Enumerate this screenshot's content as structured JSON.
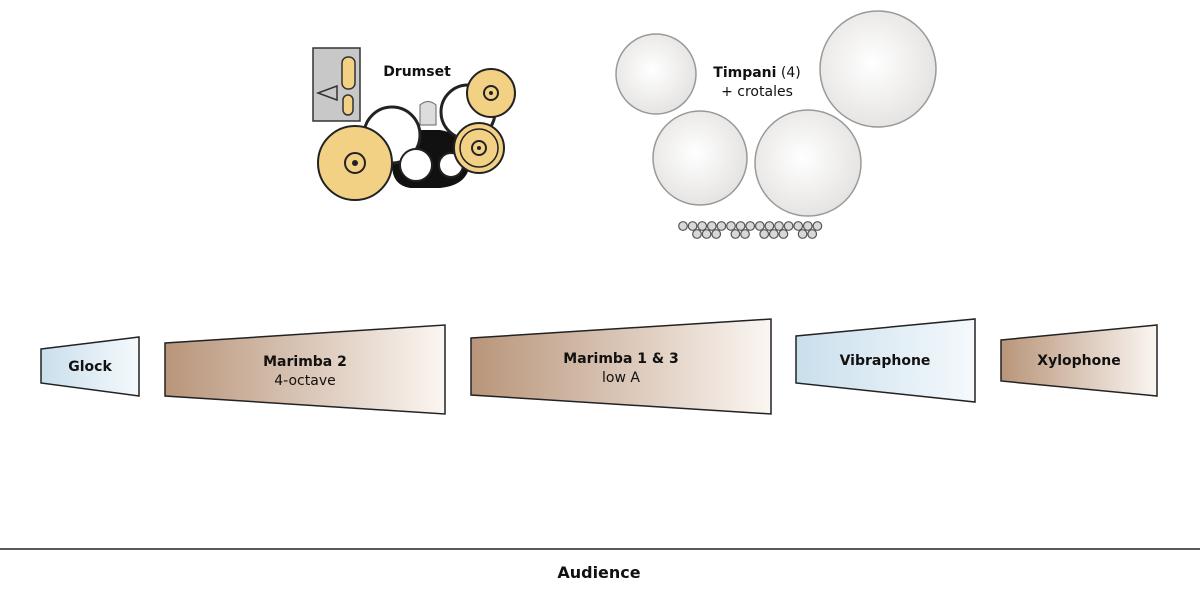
{
  "drumset": {
    "label": "Drumset"
  },
  "timpani": {
    "label_bold": "Timpani",
    "label_count": " (4)",
    "sublabel": "+ crotales"
  },
  "instruments": [
    {
      "name": "Glock",
      "sub": "",
      "family": "metal"
    },
    {
      "name": "Marimba 2",
      "sub": "4-octave",
      "family": "wood"
    },
    {
      "name": "Marimba 1 & 3",
      "sub": "low A",
      "family": "wood"
    },
    {
      "name": "Vibraphone",
      "sub": "",
      "family": "metal"
    },
    {
      "name": "Xylophone",
      "sub": "",
      "family": "wood"
    }
  ],
  "audience": {
    "label": "Audience"
  },
  "colors": {
    "wood": "#b8957a",
    "metal": "#cfe2ee",
    "cymbal": "#f2d185",
    "rack": "#c8c8c8"
  }
}
